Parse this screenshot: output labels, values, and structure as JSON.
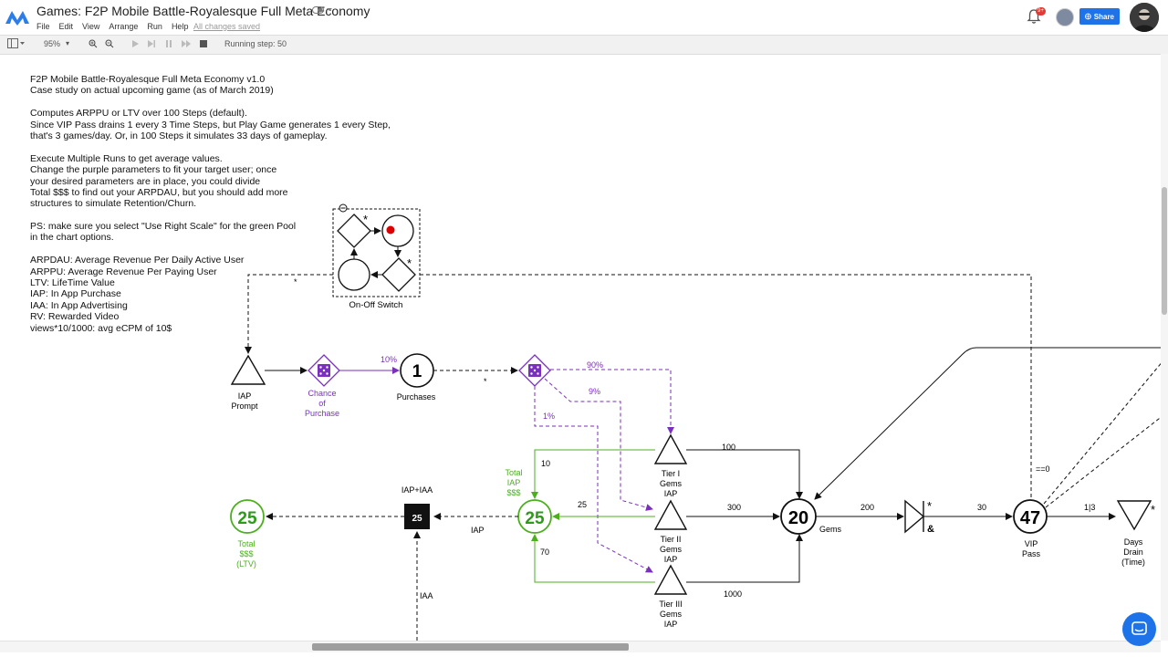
{
  "app": {
    "title": "Games: F2P Mobile Battle-Royalesque Full Meta Economy",
    "menu": [
      "File",
      "Edit",
      "View",
      "Arrange",
      "Run",
      "Help"
    ],
    "saved_status": "All changes saved",
    "notification_count": "9+",
    "share_label": "Share"
  },
  "toolbar": {
    "zoom": "95%",
    "running_step": "Running step: 50"
  },
  "info_lines": [
    "F2P Mobile Battle-Royalesque Full Meta Economy v1.0",
    "Case study on actual upcoming game (as of March 2019)",
    "",
    "Computes ARPPU or LTV over 100 Steps (default).",
    "Since VIP Pass drains 1 every 3 Time Steps, but Play Game generates 1 every Step,",
    "that's 3 games/day. Or, in 100 Steps it simulates 33 days of gameplay.",
    "",
    "Execute Multiple Runs to get average values.",
    "Change the purple parameters to fit your target user; once",
    "your desired parameters are in place, you could divide",
    "Total $$$ to find out your ARPDAU, but you should add more",
    "structures to simulate Retention/Churn.",
    "",
    "PS: make sure you select \"Use Right Scale\" for the green Pool",
    "in the chart options.",
    "",
    "ARPDAU: Average Revenue Per Daily Active User",
    "ARPPU: Average Revenue Per Paying User",
    "LTV: LifeTime Value",
    "IAP: In App Purchase",
    "IAA: In App Advertising",
    "RV: Rewarded Video",
    "views*10/1000: avg eCPM of 10$"
  ],
  "diagram": {
    "on_off_switch": "On-Off Switch",
    "iap_prompt": [
      "IAP",
      "Prompt"
    ],
    "chance_of_purchase": [
      "Chance",
      "of",
      "Purchase"
    ],
    "purchases_value": "1",
    "purchases_label": "Purchases",
    "tier1": [
      "Tier I",
      "Gems",
      "IAP"
    ],
    "tier2": [
      "Tier II",
      "Gems",
      "IAP"
    ],
    "tier3": [
      "Tier III",
      "Gems",
      "IAP"
    ],
    "gems_value": "20",
    "gems_label": "Gems",
    "vip_value": "47",
    "vip_label": [
      "VIP",
      "Pass"
    ],
    "days_drain": [
      "Days",
      "Drain",
      "(Time)"
    ],
    "total_iap_value": "25",
    "total_iap_label": [
      "Total",
      "IAP",
      "$$$"
    ],
    "iap_iaa_value": "25",
    "iap_iaa_label": "IAP+IAA",
    "total_ltv_value": "25",
    "total_ltv_label": [
      "Total",
      "$$$",
      "(LTV)"
    ],
    "edge_labels": {
      "pct10": "10%",
      "pct90": "90%",
      "pct9": "9%",
      "pct1": "1%",
      "star": "*",
      "gems100": "100",
      "gems300": "300",
      "gems1000": "1000",
      "gems200": "200",
      "vip30": "30",
      "drain13": "1|3",
      "eq0": "==0",
      "usd10": "10",
      "usd25": "25",
      "usd70": "70",
      "iap": "IAP",
      "iaa": "IAA",
      "amp": "&"
    }
  },
  "colors": {
    "purple": "#7b2fbe",
    "green": "#4caf1e",
    "dark_green": "#2e9a1a",
    "share_blue": "#1e73e8"
  }
}
